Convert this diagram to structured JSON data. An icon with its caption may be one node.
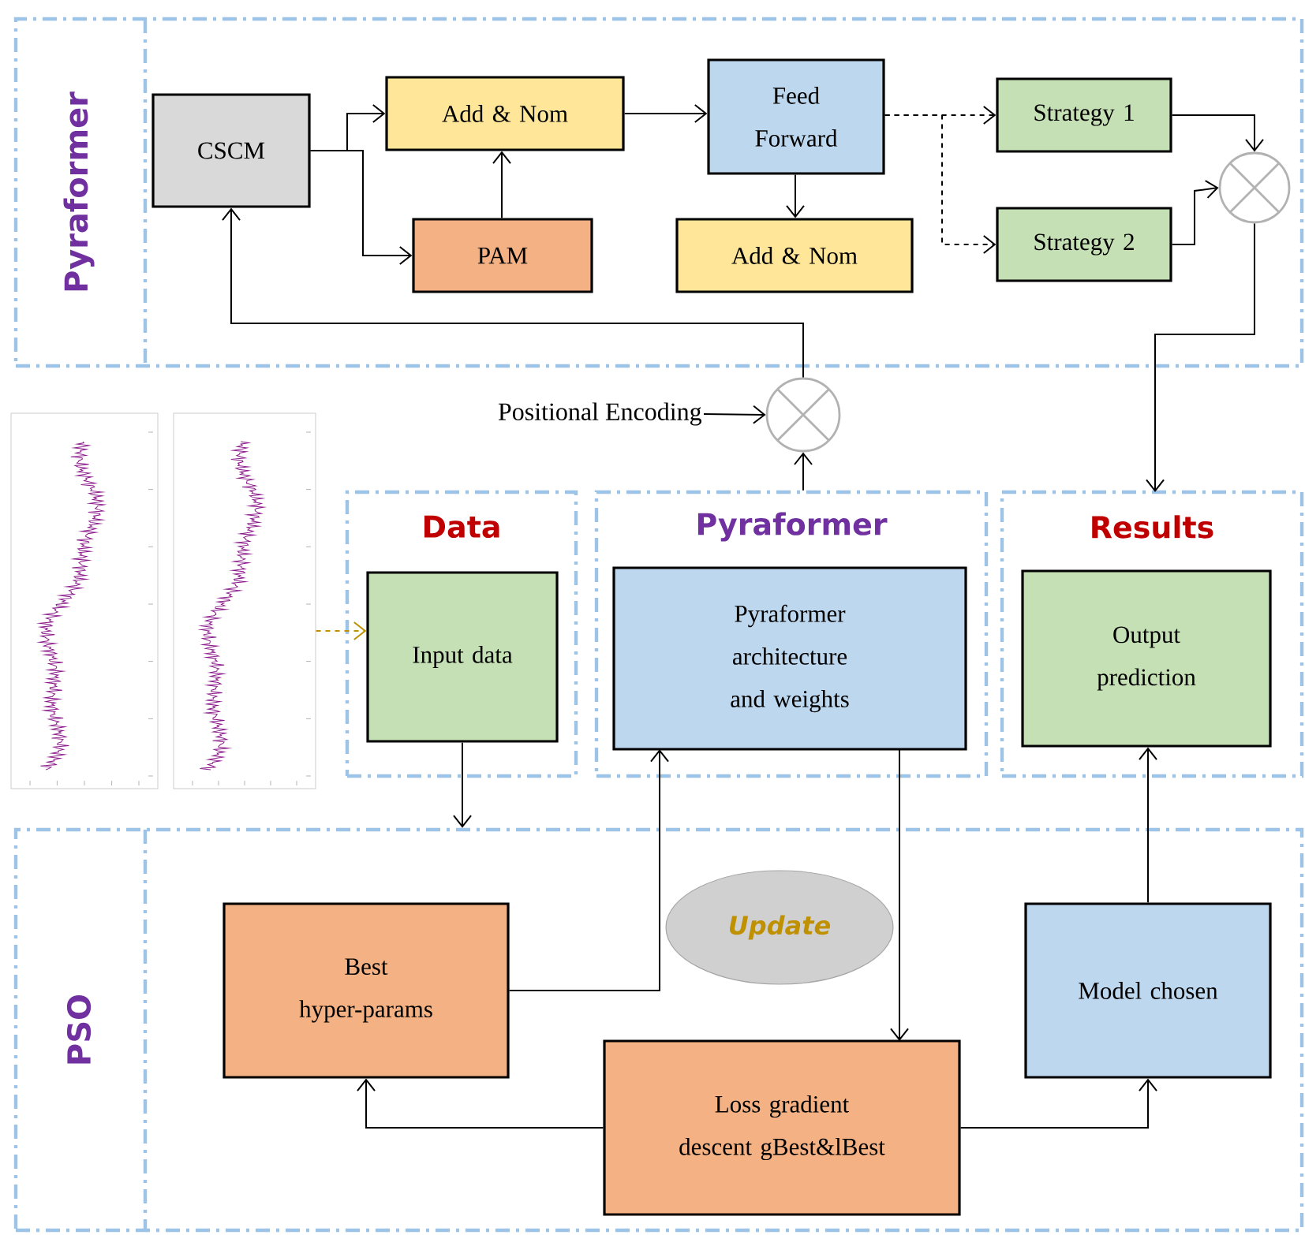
{
  "diagram": {
    "nodes": [
      {
        "text": [
          "Pyraformer"
        ]
      },
      {
        "text": [
          "CSCM"
        ],
        "in": 0
      },
      {
        "text": [
          "Add & Nom"
        ],
        "in": 0
      },
      {
        "text": [
          "PAM"
        ],
        "in": 0
      },
      {
        "text": [
          "Feed Forward"
        ],
        "in": 0
      },
      {
        "text": [
          "Add & Nom"
        ],
        "in": 0
      },
      {
        "text": [
          "Strategy 1"
        ],
        "in": 0
      },
      {
        "text": [
          "Strategy 2"
        ],
        "in": 0
      },
      {
        "text": [],
        "shape": "circle",
        "in": 0
      },
      {
        "text": [
          "Positional Encoding"
        ]
      },
      {
        "text": [],
        "shape": "circle"
      },
      {
        "text": [
          "Data"
        ]
      },
      {
        "text": [
          "Input data"
        ],
        "in": 11
      },
      {
        "text": [
          "Pyraformer"
        ]
      },
      {
        "text": [
          "Pyraformer architecture and weights"
        ],
        "in": 13
      },
      {
        "text": [
          "Results"
        ]
      },
      {
        "text": [
          "Output prediction"
        ],
        "in": 15
      },
      {
        "text": [
          "PSO"
        ]
      },
      {
        "text": [
          "Best hyper-params"
        ],
        "in": 17
      },
      {
        "text": [
          "Update"
        ],
        "in": 17
      },
      {
        "text": [
          "Loss gradient descent gBest&lBest"
        ],
        "in": 17
      },
      {
        "text": [
          "Model chosen"
        ],
        "in": 17
      },
      {
        "text": [],
        "shape": "picture"
      },
      {
        "text": [],
        "shape": "picture"
      }
    ],
    "edges": [
      {
        "from": 1,
        "to": 2,
        "arrow": "to"
      },
      {
        "from": 1,
        "to": 3,
        "arrow": "to"
      },
      {
        "from": 3,
        "to": 2,
        "arrow": "to"
      },
      {
        "from": 2,
        "to": 4,
        "arrow": "to"
      },
      {
        "from": 4,
        "to": 5,
        "arrow": "to"
      },
      {
        "from": 4,
        "to": 6,
        "arrow": "to",
        "style": "dashed"
      },
      {
        "from": 4,
        "to": 7,
        "arrow": "to",
        "style": "dashed"
      },
      {
        "from": 6,
        "to": 8,
        "arrow": "to"
      },
      {
        "from": 7,
        "to": 8,
        "arrow": "to"
      },
      {
        "from": 10,
        "to": 1,
        "arrow": "to"
      },
      {
        "from": 9,
        "to": 10,
        "arrow": "to"
      },
      {
        "from": 13,
        "to": 10,
        "arrow": "to"
      },
      {
        "from": 8,
        "to": 15,
        "arrow": "to"
      },
      {
        "from": 23,
        "to": 12,
        "arrow": "to",
        "style": "dashed",
        "color": "#c09000"
      },
      {
        "from": 12,
        "to": 17,
        "arrow": "to"
      },
      {
        "from": 18,
        "to": 14,
        "arrow": "to"
      },
      {
        "from": 14,
        "to": 20,
        "arrow": "to"
      },
      {
        "from": 20,
        "to": 18,
        "arrow": "to"
      },
      {
        "from": 20,
        "to": 21,
        "arrow": "to"
      },
      {
        "from": 21,
        "to": 16,
        "arrow": "to"
      }
    ]
  }
}
